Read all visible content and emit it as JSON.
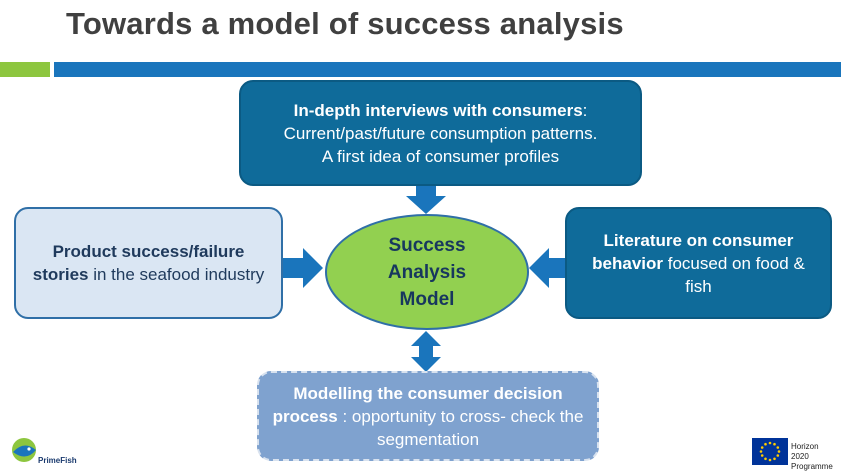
{
  "title": "Towards a model of success analysis",
  "top_box": {
    "bold": "In-depth interviews with consumers",
    "sep": ":",
    "line2": "Current/past/future consumption patterns.",
    "line3": "A first idea of consumer profiles"
  },
  "left_box": {
    "bold1": "Product success/failure",
    "bold2": "stories",
    "rest": " in the seafood industry"
  },
  "center": {
    "line1": "Success",
    "line2": "Analysis",
    "line3": "Model"
  },
  "right_box": {
    "bold1": "Literature on consumer",
    "bold2": "behavior",
    "rest": " focused on food &",
    "line3": "fish"
  },
  "bottom_box": {
    "bold1": "Modelling the consumer decision",
    "bold2": "process",
    "rest": " : opportunity to cross- check the",
    "line3": "segmentation"
  },
  "logos": {
    "primefish": "PrimeFish",
    "horizon_line1": "Horizon 2020",
    "horizon_line2": "Programme"
  },
  "colors": {
    "accent_green": "#8dc63f",
    "accent_blue": "#1a75bc",
    "dark_box": "#0f6b9a",
    "light_box": "#dae6f3",
    "ellipse": "#92d050",
    "bottom_box": "#7fa2cf",
    "arrow": "#1a75bc"
  }
}
